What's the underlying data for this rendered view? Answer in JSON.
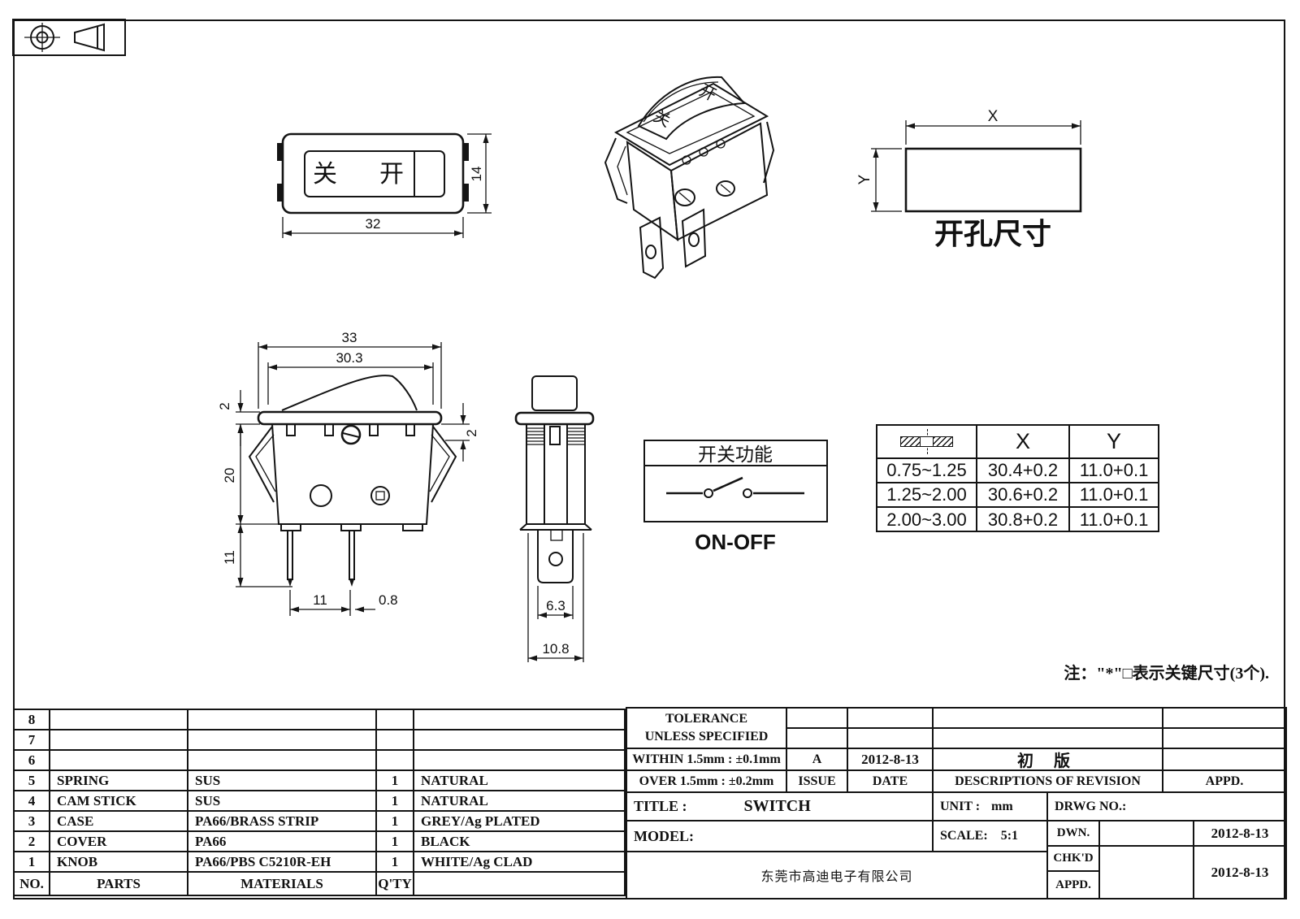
{
  "drawing": {
    "note": "注：\"*\"□表示关键尺寸(3个).",
    "top_view": {
      "label_off": "关",
      "label_on": "开",
      "dim_width": "32",
      "dim_height": "14"
    },
    "perspective_view": {
      "label_off": "关",
      "label_on": "开"
    },
    "cutout_view": {
      "dim_x": "X",
      "dim_y": "Y",
      "caption": "开孔尺寸"
    },
    "side_view": {
      "dim_overall": "33",
      "dim_knob": "30.3",
      "dim_flange": "2",
      "dim_clip": "2",
      "dim_body": "20",
      "dim_pin_len": "11",
      "dim_pin_pitch": "11",
      "dim_pin_width": "0.8"
    },
    "front_view": {
      "dim_terminal": "6.3",
      "dim_body": "10.8"
    },
    "function_box": {
      "title": "开关功能",
      "caption": "ON-OFF"
    }
  },
  "cutout_table": {
    "col_x": "X",
    "col_y": "Y",
    "rows": [
      {
        "t": "0.75~1.25",
        "x": "30.4+0.2",
        "y": "11.0+0.1"
      },
      {
        "t": "1.25~2.00",
        "x": "30.6+0.2",
        "y": "11.0+0.1"
      },
      {
        "t": "2.00~3.00",
        "x": "30.8+0.2",
        "y": "11.0+0.1"
      }
    ]
  },
  "parts_table": {
    "headers": {
      "no": "NO.",
      "parts": "PARTS",
      "materials": "MATERIALS",
      "qty": "Q'TY",
      "color": ""
    },
    "rows": [
      {
        "no": "8",
        "parts": "",
        "materials": "",
        "qty": "",
        "color": ""
      },
      {
        "no": "7",
        "parts": "",
        "materials": "",
        "qty": "",
        "color": ""
      },
      {
        "no": "6",
        "parts": "",
        "materials": "",
        "qty": "",
        "color": ""
      },
      {
        "no": "5",
        "parts": "SPRING",
        "materials": "SUS",
        "qty": "1",
        "color": "NATURAL"
      },
      {
        "no": "4",
        "parts": "CAM STICK",
        "materials": "SUS",
        "qty": "1",
        "color": "NATURAL"
      },
      {
        "no": "3",
        "parts": "CASE",
        "materials": "PA66/BRASS STRIP",
        "qty": "1",
        "color": "GREY/Ag PLATED"
      },
      {
        "no": "2",
        "parts": "COVER",
        "materials": "PA66",
        "qty": "1",
        "color": "BLACK"
      },
      {
        "no": "1",
        "parts": "KNOB",
        "materials": "PA66/PBS C5210R-EH",
        "qty": "1",
        "color": "WHITE/Ag CLAD"
      }
    ]
  },
  "tolerance_block": {
    "line1": "TOLERANCE",
    "line2": "UNLESS  SPECIFIED",
    "within": "WITHIN 1.5mm : ±0.1mm",
    "over": "OVER 1.5mm : ±0.2mm"
  },
  "revision_block": {
    "issue_value": "A",
    "date_value": "2012-8-13",
    "description_value": "初 版",
    "appd_value": "",
    "issue_label": "ISSUE",
    "date_label": "DATE",
    "description_label": "DESCRIPTIONS OF REVISION",
    "appd_label": "APPD."
  },
  "title_block": {
    "title_label": "TITLE :",
    "title_value": "SWITCH",
    "model_label": "MODEL:",
    "model_value": "",
    "unit_label": "UNIT :",
    "unit_value": "mm",
    "scale_label": "SCALE:",
    "scale_value": "5:1",
    "drwg_label": "DRWG NO.:",
    "dwn_label": "DWN.",
    "dwn_date": "2012-8-13",
    "chkd_label": "CHK'D",
    "appd_label": "APPD.",
    "chk_appd_date": "2012-8-13",
    "company": "东莞市高迪电子有限公司"
  }
}
